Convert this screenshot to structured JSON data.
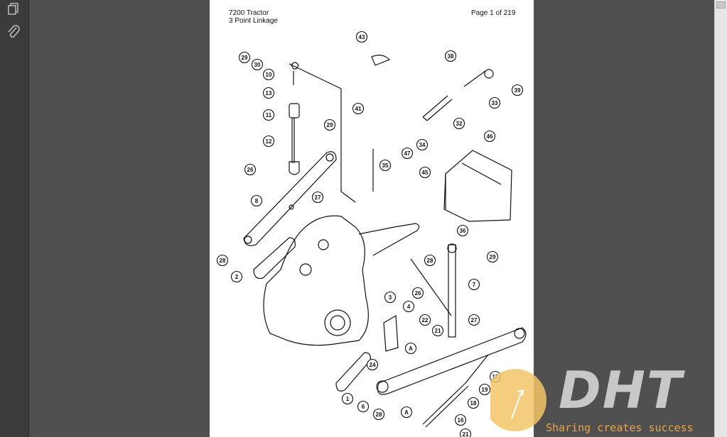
{
  "document": {
    "title": "7200 Tractor",
    "subtitle": "3 Point Linkage",
    "page_label": "Page 1 of 219"
  },
  "callouts": [
    "29",
    "30",
    "10",
    "13",
    "11",
    "12",
    "29",
    "26",
    "27",
    "8",
    "28",
    "2",
    "43",
    "41",
    "34",
    "35",
    "47",
    "38",
    "33",
    "39",
    "32",
    "46",
    "45",
    "36",
    "29",
    "7",
    "28",
    "26",
    "22",
    "21",
    "27",
    "4",
    "3",
    "A",
    "24",
    "1",
    "6",
    "28",
    "17",
    "19",
    "18",
    "16",
    "A",
    "21"
  ],
  "watermark": {
    "brand": "DHT",
    "slogan": "Sharing creates success",
    "slogan_color": "#e8a54a"
  },
  "sidebar": {
    "icons": [
      "pages-icon",
      "attachment-icon"
    ]
  }
}
